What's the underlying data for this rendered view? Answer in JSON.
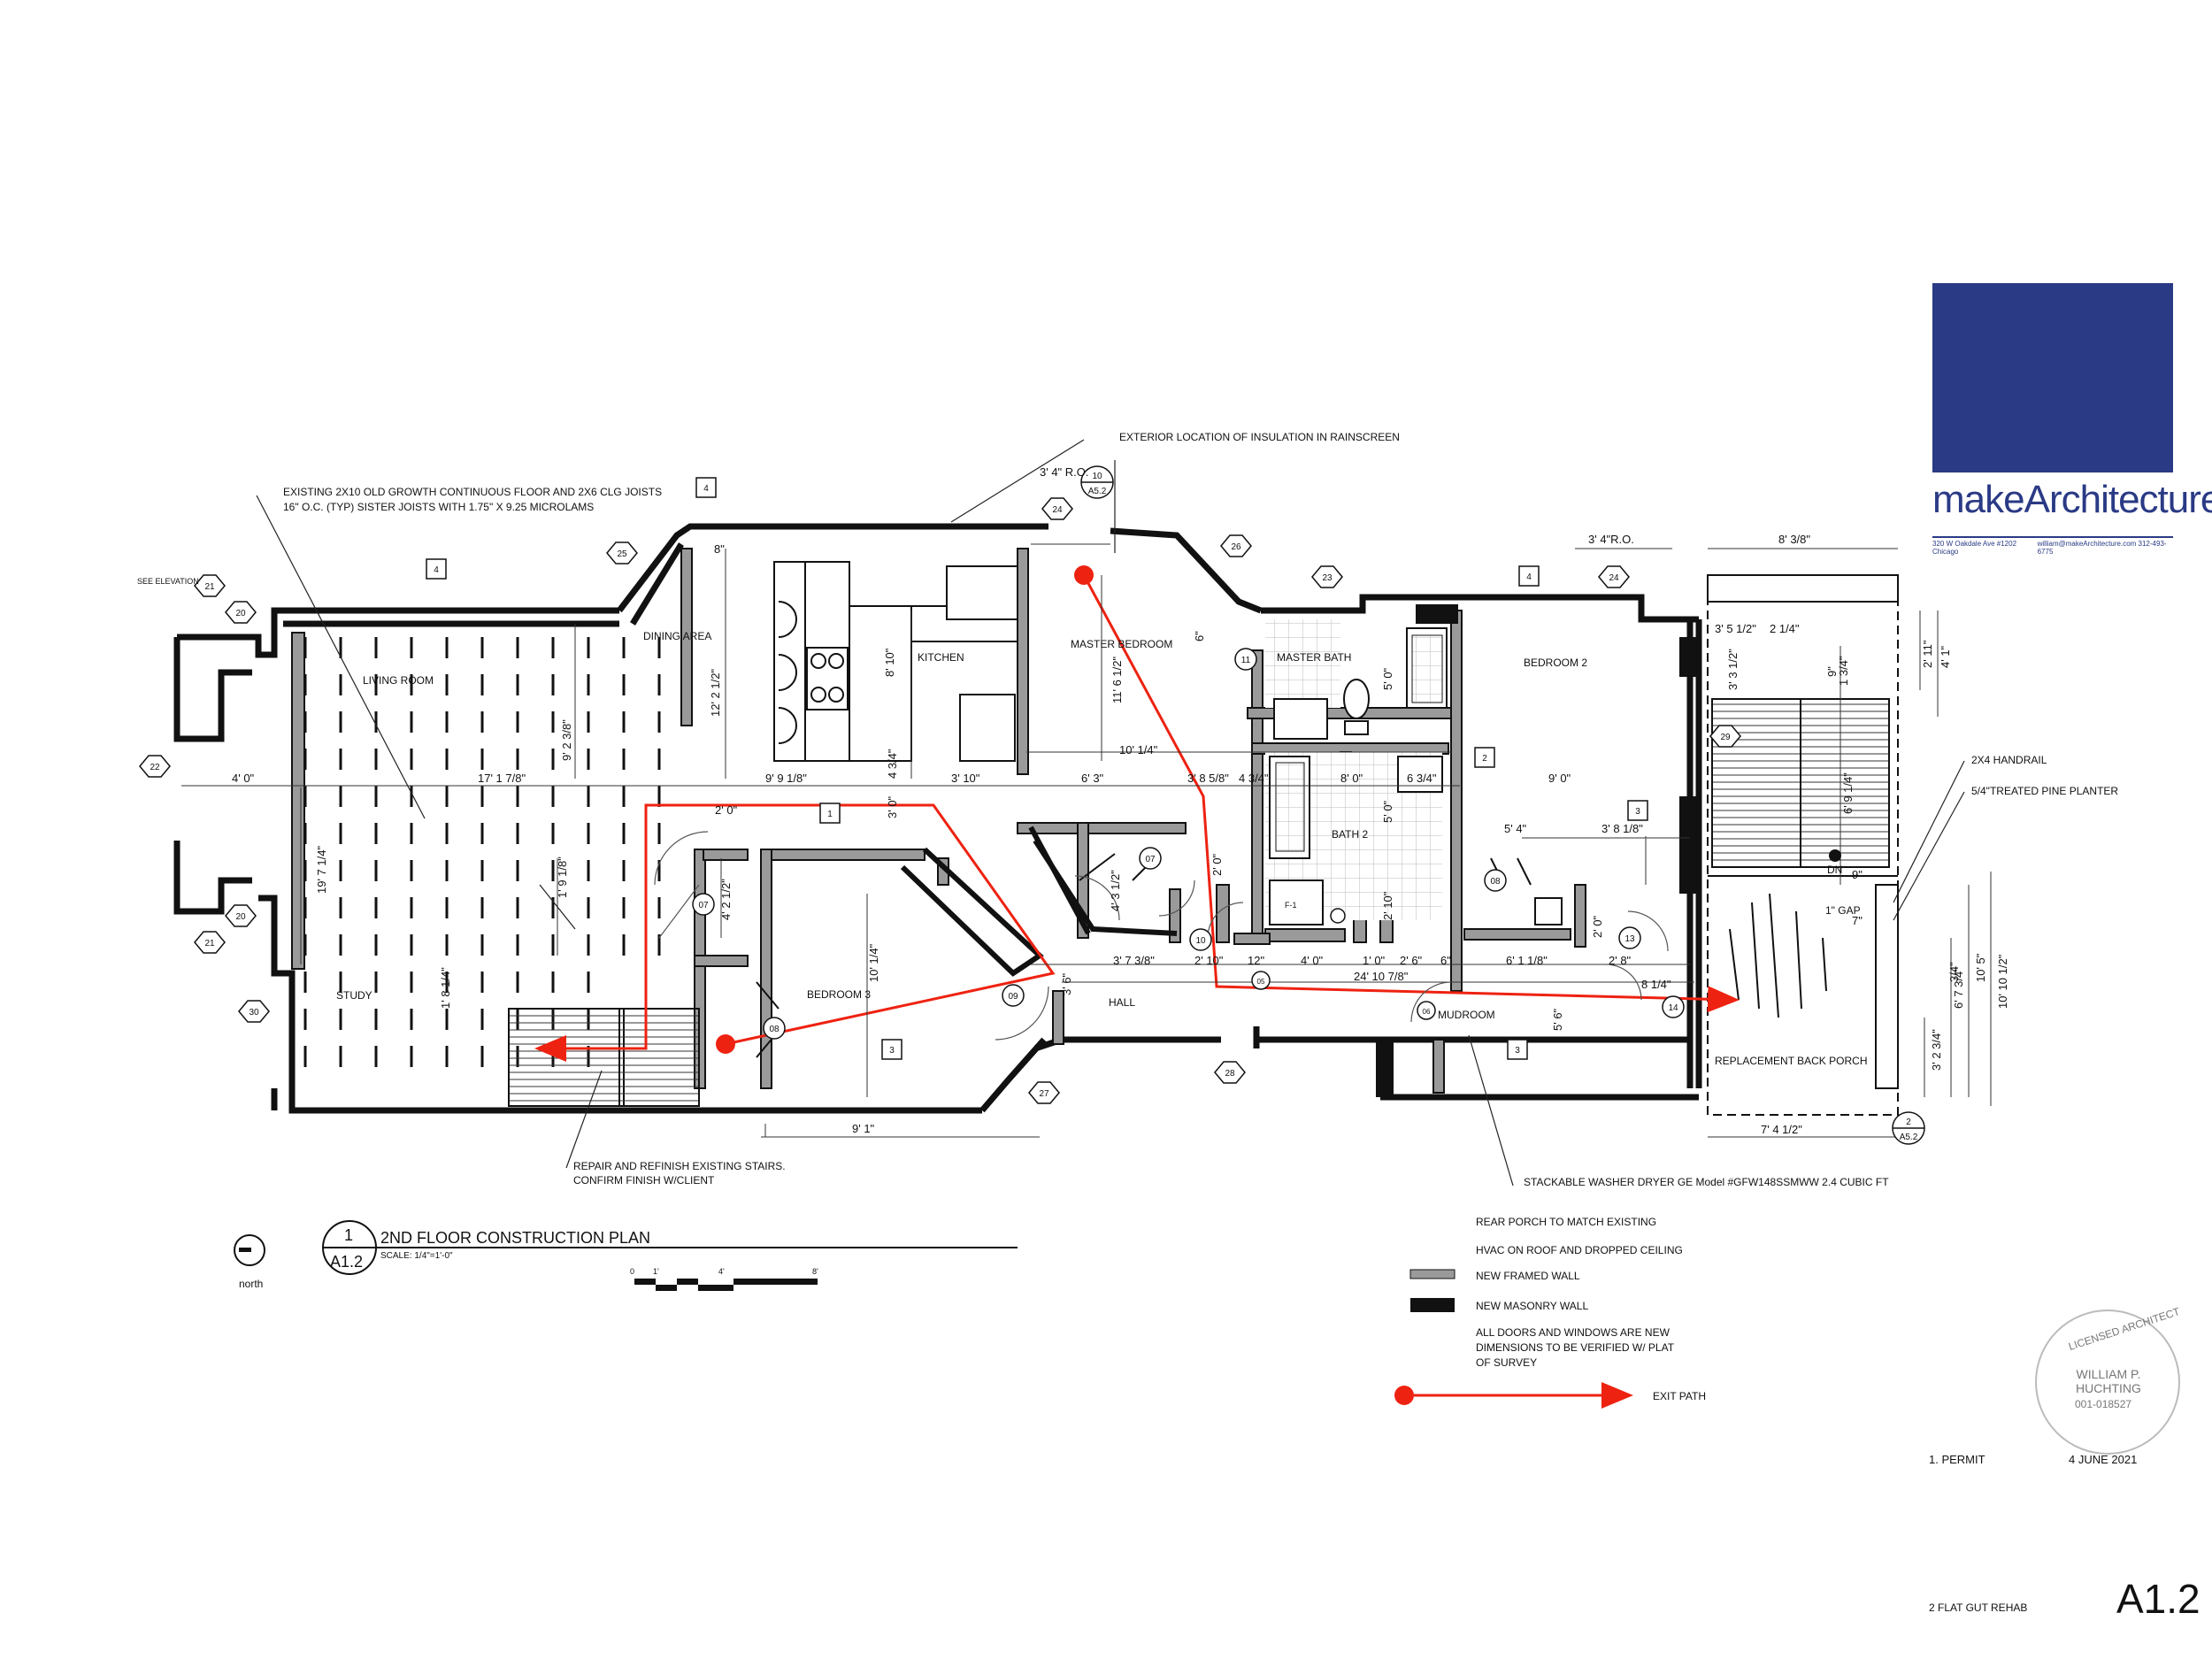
{
  "drawing": {
    "title": "2ND FLOOR CONSTRUCTION PLAN",
    "number": "1",
    "sheet": "A1.2",
    "scale": "SCALE: 1/4\"=1'-0\"",
    "north": "north",
    "scale_bar": [
      "0",
      "1'",
      "4'",
      "8'"
    ]
  },
  "rooms": {
    "living": "LIVING ROOM",
    "dining": "DINING AREA",
    "kitchen": "KITCHEN",
    "master_bed": "MASTER BEDROOM",
    "master_bath": "MASTER BATH",
    "bed2": "BEDROOM 2",
    "bed3": "BEDROOM 3",
    "bath2": "BATH 2",
    "study": "STUDY",
    "hall": "HALL",
    "mudroom": "MUDROOM",
    "porch": "REPLACEMENT BACK PORCH"
  },
  "notes": {
    "joists": "EXISTING 2X10 OLD GROWTH CONTINUOUS FLOOR AND 2X6 CLG JOISTS",
    "joists2": "16\" O.C. (TYP) SISTER JOISTS WITH 1.75\" X 9.25 MICROLAMS",
    "insulation": "EXTERIOR LOCATION OF INSULATION IN RAINSCREEN",
    "stairs": "REPAIR AND REFINISH EXISTING STAIRS.",
    "stairs2": "CONFIRM FINISH W/CLIENT",
    "washer": "STACKABLE WASHER DRYER GE Model #GFW148SSMWW 2.4 CUBIC FT",
    "handrail": "2X4 HANDRAIL",
    "planter": "5/4\"TREATED PINE PLANTER",
    "see_elev": "SEE ELEVATION",
    "dn": "DN",
    "gap": "1\" GAP",
    "f1": "F-1"
  },
  "legend": {
    "porch": "REAR PORCH TO MATCH EXISTING",
    "hvac": "HVAC ON ROOF AND DROPPED CEILING",
    "framed": "NEW FRAMED WALL",
    "masonry": "NEW MASONRY WALL",
    "doors": "ALL DOORS AND WINDOWS ARE NEW",
    "verify": "DIMENSIONS TO BE VERIFIED W/ PLAT",
    "survey": "OF SURVEY",
    "exit": "EXIT PATH"
  },
  "dims": {
    "d1": "4' 0\"",
    "d2": "17' 1 7/8\"",
    "d3": "19' 7 1/4\"",
    "d4": "9' 2 3/8\"",
    "d5": "12' 2 1/2\"",
    "d6": "8' 10\"",
    "d7": "9' 9 1/8\"",
    "d8": "4 3/4\"",
    "d9": "3' 10\"",
    "d10": "6' 3\"",
    "d11": "3' 8 5/8\"",
    "d12": "4 3/4\"",
    "d13": "10' 1/4\"",
    "d14": "11' 6 1/2\"",
    "d15": "3' 4\" R.O.",
    "d16": "3' 4\"R.O.",
    "d17": "8' 3/8\"",
    "d18": "3' 5 1/2\"",
    "d19": "2 1/4\"",
    "d20": "2' 11\"",
    "d21": "4' 1\"",
    "d22": "9' 0\"",
    "d23": "6 3/4\"",
    "d24": "8' 0\"",
    "d25": "5' 0\"",
    "d26": "5' 4\"",
    "d27": "3' 8 1/8\"",
    "d28": "2' 0\"",
    "d29": "1' 9 1/8\"",
    "d30": "1' 8 1/4\"",
    "d31": "4' 2 1/2\"",
    "d32": "10' 1/4\"",
    "d33": "9' 1\"",
    "d34": "3' 7 3/8\"",
    "d35": "2' 10\"",
    "d36": "12\"",
    "d37": "24' 10 7/8\"",
    "d38": "4' 0\"",
    "d39": "1' 0\"",
    "d40": "2' 6\"",
    "d41": "6\"",
    "d42": "6' 1 1/8\"",
    "d43": "2' 8\"",
    "d44": "8 1/4\"",
    "d45": "5' 6\"",
    "d46": "3' 6\"",
    "d47": "7' 4 1/2\"",
    "d48": "10' 5\"",
    "d49": "10' 10 1/2\"",
    "d50": "6' 7 3/4\"",
    "d51": "3' 2 3/4\"",
    "d52": "6' 9 1/4\"",
    "d53": "3' 3 1/2\"",
    "d54": "1 3/4\"",
    "d55": "4' 3 1/2\"",
    "d56": "2' 0\"",
    "d57": "3' 0\"",
    "d58": "2' 10\"",
    "d59": "7\"",
    "d60": "9\"",
    "d61": "8\"",
    "d62": "5' 0\"",
    "d63": "2' 0\"",
    "d64": "9\"",
    "d65": "3/4\"",
    "d66": "6\""
  },
  "tags": {
    "t4a": "4",
    "t4b": "4",
    "t4c": "4",
    "t1": "1",
    "t2": "2",
    "t3a": "3",
    "t3b": "3",
    "t3c": "3",
    "t20a": "20",
    "t20b": "20",
    "t21a": "21",
    "t21b": "21",
    "t22": "22",
    "t23": "23",
    "t24a": "24",
    "t24b": "24",
    "t25": "25",
    "t26": "26",
    "t27": "27",
    "t28": "28",
    "t29": "29",
    "t30": "30",
    "d07a": "07",
    "d07b": "07",
    "d08a": "08",
    "d08b": "08",
    "d09": "09",
    "d10": "10",
    "d11": "11",
    "d13": "13",
    "d14": "14",
    "d05": "05",
    "d06": "06",
    "sec10": "10",
    "sec10s": "A5.2",
    "sec2": "2",
    "sec2s": "A5.2"
  },
  "titleblock": {
    "firm": "makeArchitecture",
    "address": "320 W Oakdale Ave #1202 Chicago",
    "contact": "william@makeArchitecture.com 312-493-6775",
    "revision": "1. PERMIT",
    "date": "4 JUNE 2021",
    "project": "2 FLAT GUT REHAB",
    "sheet": "A1.2",
    "seal_title": "LICENSED ARCHITECT",
    "seal_name": "WILLIAM P. HUCHTING",
    "seal_number": "001-018527"
  },
  "colors": {
    "wall": "#111111",
    "framed_wall": "#9a9a9a",
    "exit_path": "#ee2211",
    "logo_blue": "#2a3a85"
  }
}
